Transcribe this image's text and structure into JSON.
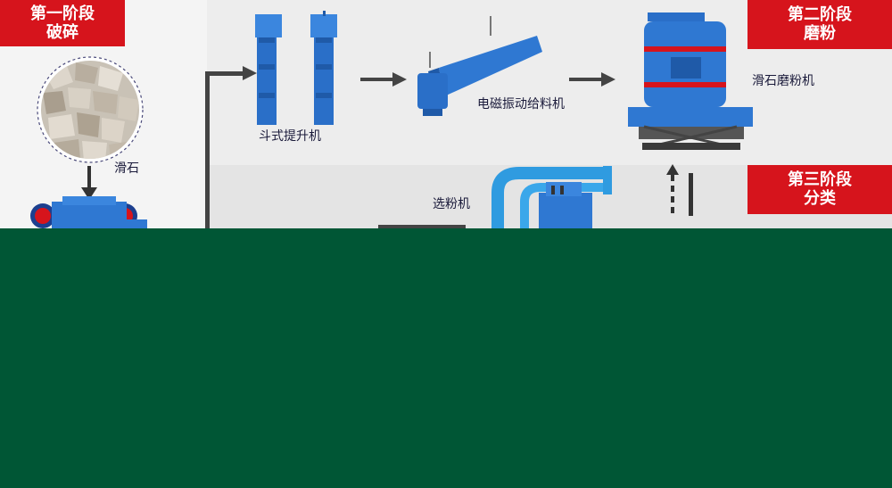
{
  "stages": [
    {
      "line1": "第一阶段",
      "line2": "破碎"
    },
    {
      "line1": "第二阶段",
      "line2": "磨粉"
    },
    {
      "line1": "第三阶段",
      "line2": "分类"
    }
  ],
  "labels": {
    "talc": "滑石",
    "bucket_elevator": "斗式提升机",
    "feeder": "电磁振动给料机",
    "mill": "滑石磨粉机",
    "classifier": "选粉机"
  },
  "colors": {
    "stage_red": "#d6141c",
    "machine_blue": "#2f78d2",
    "band_green": "#005635",
    "arrow": "#333333"
  }
}
